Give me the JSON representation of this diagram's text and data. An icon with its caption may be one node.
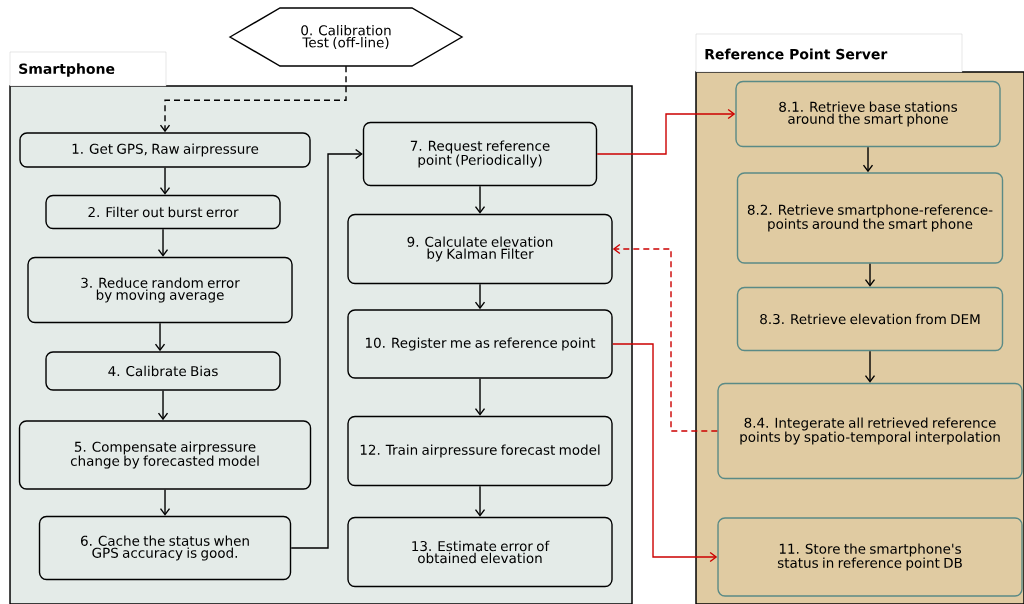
{
  "diagram": {
    "nodes": [
      {
        "text": [
          "Smartphone"
        ]
      },
      {
        "text": [
          "Reference Point Server"
        ]
      },
      {
        "text": [
          "0. Calibration Test (off-line)"
        ]
      },
      {
        "text": [
          "1. Get GPS, Raw airpressure"
        ],
        "in": 0
      },
      {
        "text": [
          "2. Filter out burst error"
        ],
        "in": 0
      },
      {
        "text": [
          "3. Reduce random error by moving average"
        ],
        "in": 0
      },
      {
        "text": [
          "4. Calibrate Bias"
        ],
        "in": 0
      },
      {
        "text": [
          "5. Compensate airpressure change by forecasted model"
        ],
        "in": 0
      },
      {
        "text": [
          "6. Cache the status when GPS accuracy is good."
        ],
        "in": 0
      },
      {
        "text": [
          "7. Request reference point (Periodically)"
        ],
        "in": 0
      },
      {
        "text": [
          "9. Calculate elevation by Kalman Filter"
        ],
        "in": 0
      },
      {
        "text": [
          "10. Register me as reference point"
        ],
        "in": 0
      },
      {
        "text": [
          "12. Train airpressure forecast model"
        ],
        "in": 0
      },
      {
        "text": [
          "13. Estimate error of obtained elevation"
        ],
        "in": 0
      },
      {
        "text": [
          "8.1. Retrieve base stations around the smart phone"
        ],
        "in": 1
      },
      {
        "text": [
          "8.2. Retrieve smartphone-reference-points around the smart phone"
        ],
        "in": 1
      },
      {
        "text": [
          "8.3. Retrieve elevation from DEM"
        ],
        "in": 1
      },
      {
        "text": [
          "8.4. Integerate all retrieved reference points by spatio-temporal interpolation"
        ],
        "in": 1
      },
      {
        "text": [
          "11. Store the smartphone's status in reference point DB"
        ],
        "in": 1
      }
    ],
    "edges": [
      {
        "from": 2,
        "to": 3,
        "arrow": "to",
        "style": "dashed"
      },
      {
        "from": 3,
        "to": 4,
        "arrow": "to"
      },
      {
        "from": 4,
        "to": 5,
        "arrow": "to"
      },
      {
        "from": 5,
        "to": 6,
        "arrow": "to"
      },
      {
        "from": 6,
        "to": 7,
        "arrow": "to"
      },
      {
        "from": 7,
        "to": 8,
        "arrow": "to"
      },
      {
        "from": 8,
        "to": 9,
        "arrow": "to"
      },
      {
        "from": 9,
        "to": 10,
        "arrow": "to"
      },
      {
        "from": 10,
        "to": 11,
        "arrow": "to"
      },
      {
        "from": 11,
        "to": 12,
        "arrow": "to"
      },
      {
        "from": 12,
        "to": 13,
        "arrow": "to"
      },
      {
        "from": 9,
        "to": 14,
        "arrow": "to",
        "color": "#cc0000"
      },
      {
        "from": 14,
        "to": 15,
        "arrow": "to"
      },
      {
        "from": 15,
        "to": 16,
        "arrow": "to"
      },
      {
        "from": 16,
        "to": 17,
        "arrow": "to"
      },
      {
        "from": 17,
        "to": 10,
        "arrow": "to",
        "style": "dashed",
        "color": "#cc0000"
      },
      {
        "from": 11,
        "to": 18,
        "arrow": "to",
        "color": "#cc0000"
      }
    ]
  }
}
